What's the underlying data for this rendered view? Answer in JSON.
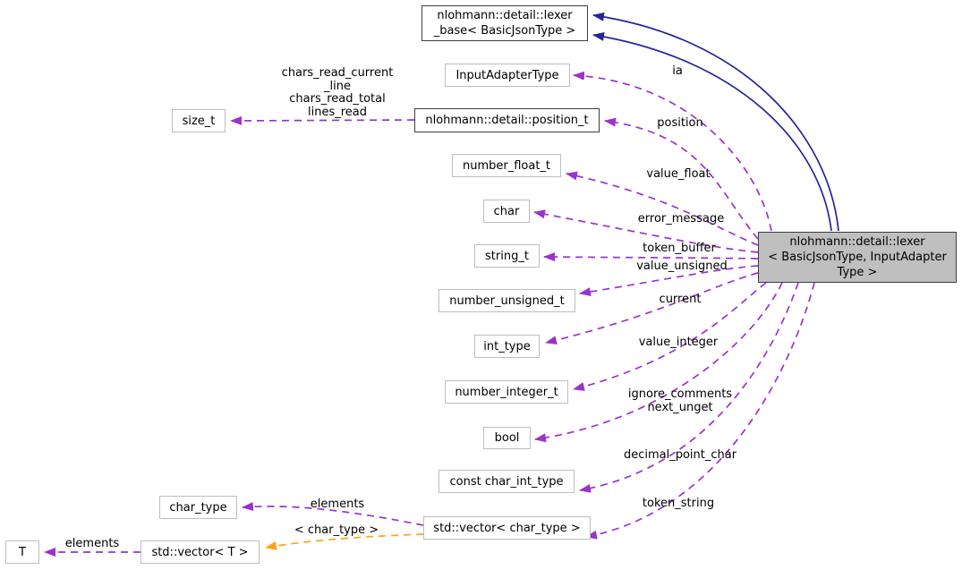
{
  "nodes": {
    "lexer_base": {
      "label": "nlohmann::detail::lexer\n_base< BasicJsonType >"
    },
    "input_adapter_type": {
      "label": "InputAdapterType"
    },
    "position_t": {
      "label": "nlohmann::detail::position_t"
    },
    "size_t": {
      "label": "size_t"
    },
    "number_float_t": {
      "label": "number_float_t"
    },
    "char": {
      "label": "char"
    },
    "string_t": {
      "label": "string_t"
    },
    "number_unsigned_t": {
      "label": "number_unsigned_t"
    },
    "int_type": {
      "label": "int_type"
    },
    "number_integer_t": {
      "label": "number_integer_t"
    },
    "bool": {
      "label": "bool"
    },
    "const_char_int_type": {
      "label": "const char_int_type"
    },
    "char_type": {
      "label": "char_type"
    },
    "vector_char_type": {
      "label": "std::vector< char_type >"
    },
    "vector_t": {
      "label": "std::vector< T >"
    },
    "t": {
      "label": "T"
    },
    "lexer": {
      "label": "nlohmann::detail::lexer\n< BasicJsonType, InputAdapter\nType >"
    }
  },
  "edge_labels": {
    "chars_read": "chars_read_current\n_line\nchars_read_total\nlines_read",
    "ia": "ia",
    "position": "position",
    "value_float": "value_float",
    "error_message": "error_message",
    "token_buffer": "token_buffer",
    "value_unsigned": "value_unsigned",
    "current": "current",
    "value_integer": "value_integer",
    "ignore_comments": "ignore_comments\nnext_unget",
    "decimal_point_char": "decimal_point_char",
    "token_string": "token_string",
    "elements_char_type": "elements",
    "template_args": "< char_type >",
    "elements_t": "elements"
  },
  "colors": {
    "usage_edge": "#9a32cd",
    "inheritance_edge": "#24249c",
    "template_edge": "#ffa318",
    "node_fill": "#ffffff",
    "main_node_fill": "#bfbfbf",
    "documented_border": "#3d3d3d",
    "undocumented_border": "#bdbdbd"
  }
}
